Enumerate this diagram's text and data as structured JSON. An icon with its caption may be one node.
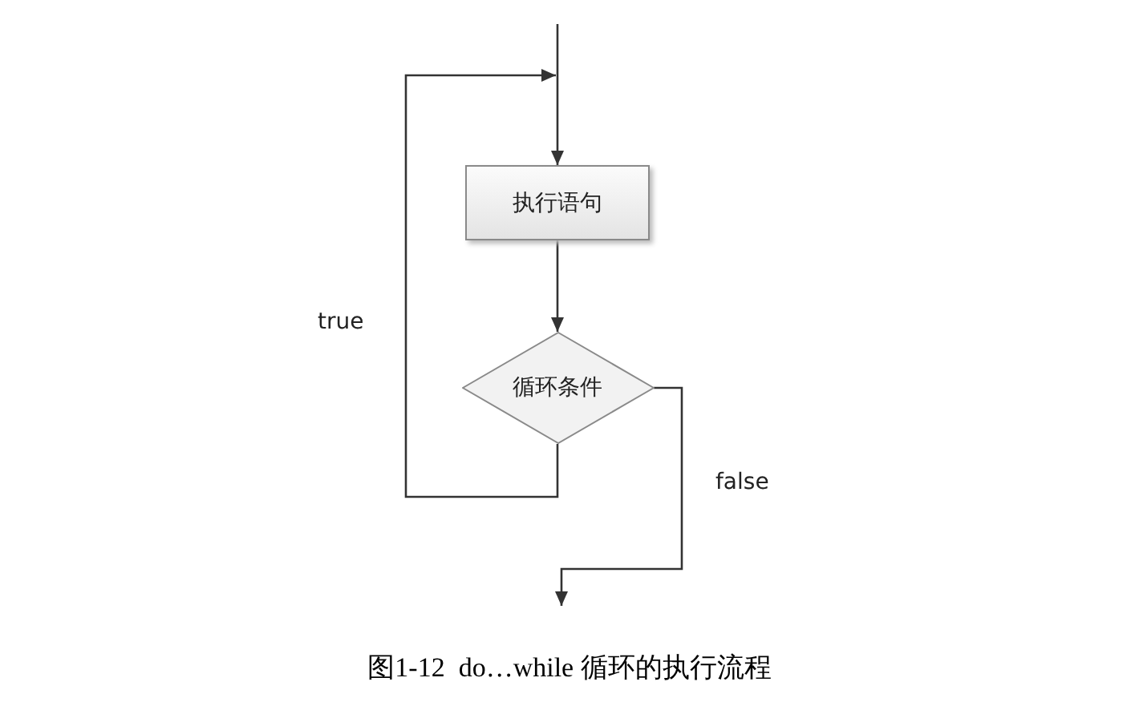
{
  "diagram": {
    "caption": "图1-12  do…while 循环的执行流程",
    "nodes": [
      {
        "text": [
          "执行语句"
        ]
      },
      {
        "text": [
          "循环条件"
        ]
      }
    ],
    "edges": [
      {
        "from": null,
        "to": 0,
        "arrow": "to"
      },
      {
        "from": 0,
        "to": 1,
        "arrow": "to"
      },
      {
        "from": 1,
        "to": 0,
        "arrow": "to",
        "label": "true"
      },
      {
        "from": 1,
        "to": null,
        "arrow": "to",
        "label": "false"
      }
    ]
  }
}
